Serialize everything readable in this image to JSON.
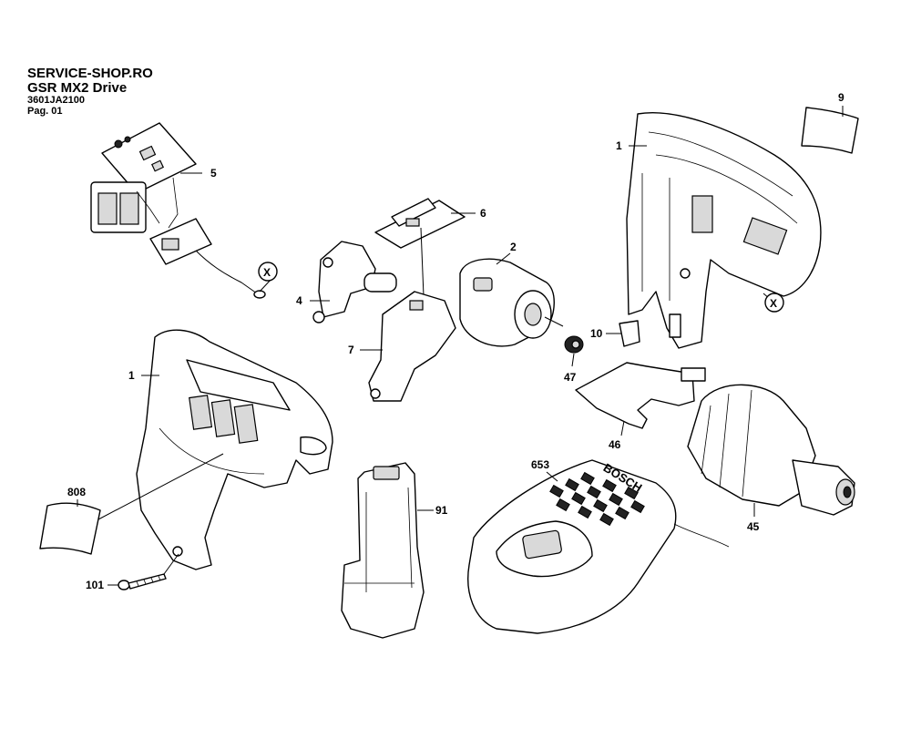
{
  "header": {
    "shop": "SERVICE-SHOP.RO",
    "model": "GSR MX2 Drive",
    "code": "3601JA2100",
    "page": "Pag. 01"
  },
  "callouts": {
    "p1_top": "1",
    "p1_left": "1",
    "p2": "2",
    "p4": "4",
    "p5": "5",
    "p6": "6",
    "p7": "7",
    "p9": "9",
    "p10": "10",
    "p45": "45",
    "p46": "46",
    "p47": "47",
    "p91": "91",
    "p101": "101",
    "p653": "653",
    "p808": "808",
    "x_a": "X",
    "x_b": "X"
  },
  "charger_brand": "BOSCH"
}
